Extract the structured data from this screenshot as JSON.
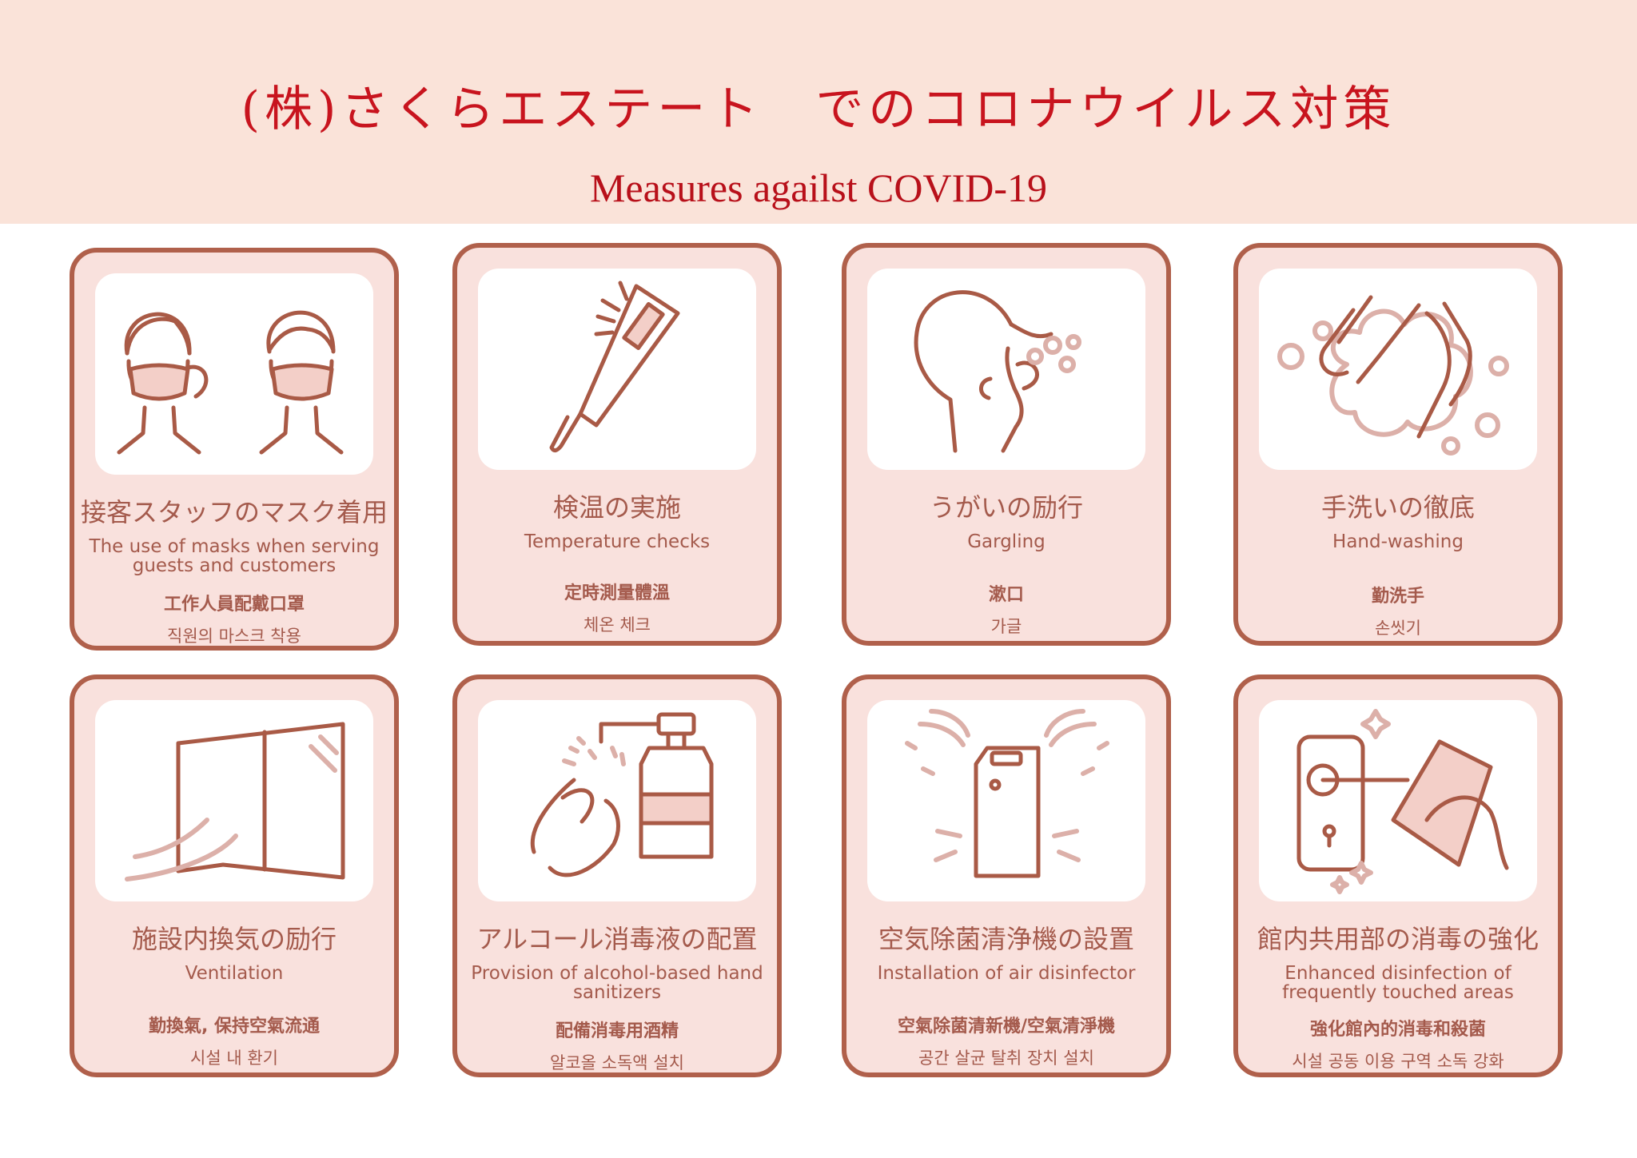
{
  "header": {
    "title_jp": "(株)さくらエステート　でのコロナウイルス対策",
    "title_en": "Measures agailst COVID-19"
  },
  "cards": [
    {
      "jp": "接客スタッフのマスク着用",
      "en": "The use of masks when serving guests and customers",
      "zh": "工作人員配戴口罩",
      "ko": "직원의 마스크 착용",
      "icon": "masked-people-icon"
    },
    {
      "jp": "検温の実施",
      "en": "Temperature checks",
      "zh": "定時測量體溫",
      "ko": "체온 체크",
      "icon": "thermometer-icon"
    },
    {
      "jp": "うがいの励行",
      "en": "Gargling",
      "zh": "漱口",
      "ko": "가글",
      "icon": "gargling-icon"
    },
    {
      "jp": "手洗いの徹底",
      "en": "Hand-washing",
      "zh": "勤洗手",
      "ko": "손씻기",
      "icon": "handwashing-icon"
    },
    {
      "jp": "施設内換気の励行",
      "en": "Ventilation",
      "zh": "勤換氣, 保持空氣流通",
      "ko": "시설 내 환기",
      "icon": "window-ventilation-icon"
    },
    {
      "jp": "アルコール消毒液の配置",
      "en": "Provision of alcohol-based hand sanitizers",
      "zh": "配備消毒用酒精",
      "ko": "알코올 소독액 설치",
      "icon": "sanitizer-pump-icon"
    },
    {
      "jp": "空気除菌清浄機の設置",
      "en": "Installation of air disinfector",
      "zh": "空氣除菌清新機/空氣清淨機",
      "ko": "공간 살균 탈취 장치 설치",
      "icon": "air-purifier-icon"
    },
    {
      "jp": "館内共用部の消毒の強化",
      "en": "Enhanced disinfection of frequently touched areas",
      "zh": "強化館內的消毒和殺菌",
      "ko": "시설 공동 이용 구역 소독 강화",
      "icon": "door-handle-disinfection-icon"
    }
  ],
  "colors": {
    "header_bg": "#fae3d9",
    "title": "#c8141e",
    "card_border": "#b0604b",
    "card_bg": "#f9e1dd",
    "text": "#a45a4c"
  }
}
